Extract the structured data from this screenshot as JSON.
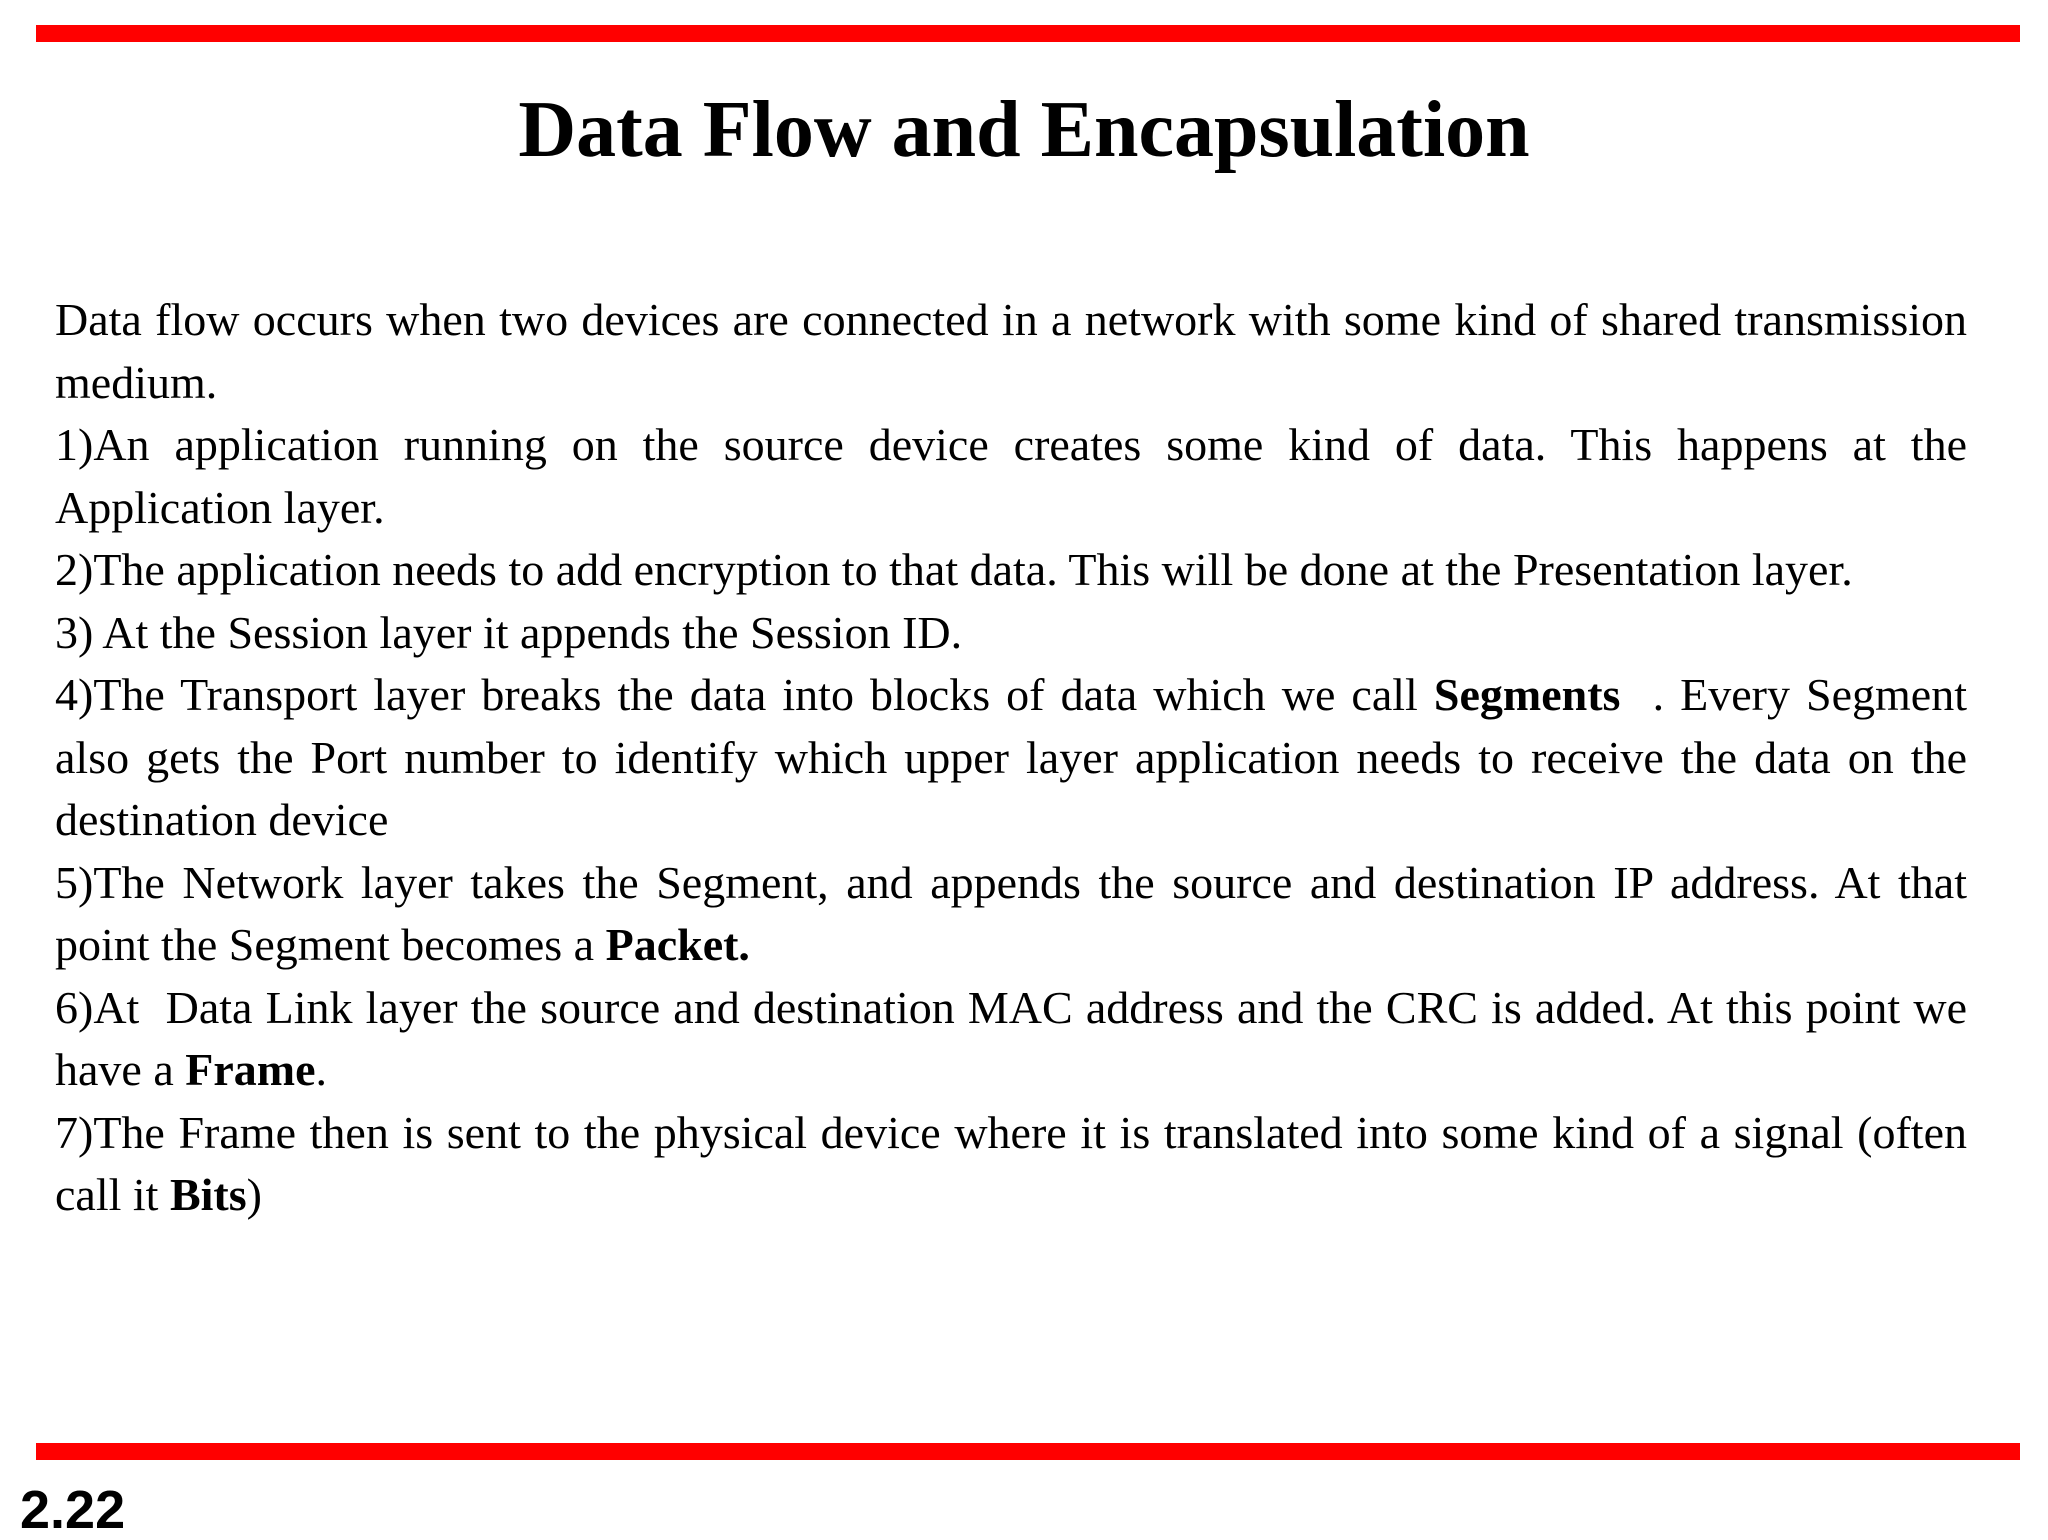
{
  "slide": {
    "title": "Data Flow and Encapsulation",
    "number": "2.22",
    "accent_color": "#ff0000"
  },
  "content": {
    "intro": "Data flow occurs when two devices are connected in a network with some kind of shared transmission medium.",
    "step1": "1)An application running on the source device creates some kind of data. This happens at the Application layer.",
    "step2": "2)The application needs to add encryption to that data. This will be done at the Presentation layer.",
    "step3": "3) At the Session layer it appends the Session ID.",
    "step4_before": "4)The Transport layer breaks the data into blocks of data which we call ",
    "step4_bold": "Segments",
    "step4_after": "  . Every Segment also gets the Port number to identify which upper layer application needs to receive the data on the destination device",
    "step5_before": "5)The Network layer takes the Segment, and appends the source and destination IP address. At that point the Segment becomes a ",
    "step5_bold": "Packet.",
    "step6_before": "6)At  Data Link layer the source and destination MAC address and the CRC is added. At this point we have a ",
    "step6_bold": "Frame",
    "step6_after": ".",
    "step7_before": "7)The Frame then is sent to the physical device where it is translated into some kind of a signal (often call it ",
    "step7_bold": "Bits",
    "step7_after": ")"
  }
}
